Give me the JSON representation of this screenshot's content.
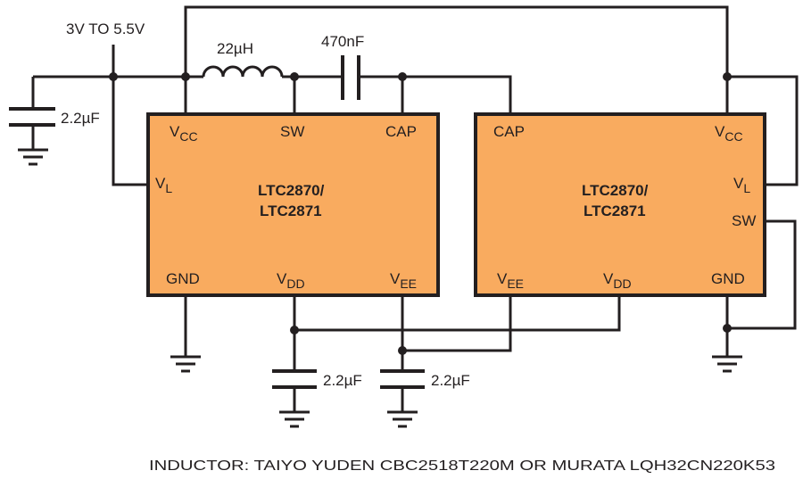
{
  "supply_label": "3V TO 5.5V",
  "inductor": {
    "value": "22µH"
  },
  "flying_cap": {
    "value": "470nF"
  },
  "input_cap": {
    "value": "2.2µF"
  },
  "vdd_cap": {
    "value": "2.2µF"
  },
  "vee_cap": {
    "value": "2.2µF"
  },
  "chip_left": {
    "title_line1": "LTC2870/",
    "title_line2": "LTC2871",
    "pins": {
      "vcc": {
        "main": "V",
        "sub": "CC"
      },
      "sw": "SW",
      "cap": "CAP",
      "vl": {
        "main": "V",
        "sub": "L"
      },
      "gnd": "GND",
      "vdd": {
        "main": "V",
        "sub": "DD"
      },
      "vee": {
        "main": "V",
        "sub": "EE"
      }
    }
  },
  "chip_right": {
    "title_line1": "LTC2870/",
    "title_line2": "LTC2871",
    "pins": {
      "cap": "CAP",
      "vcc": {
        "main": "V",
        "sub": "CC"
      },
      "vl": {
        "main": "V",
        "sub": "L"
      },
      "sw": "SW",
      "vee": {
        "main": "V",
        "sub": "EE"
      },
      "vdd": {
        "main": "V",
        "sub": "DD"
      },
      "gnd": "GND"
    }
  },
  "footnote": "INDUCTOR:  TAIYO YUDEN CBC2518T220M OR MURATA LQH32CN220K53",
  "colors": {
    "chip_fill": "#f9ab5f",
    "ink": "#231f20"
  }
}
